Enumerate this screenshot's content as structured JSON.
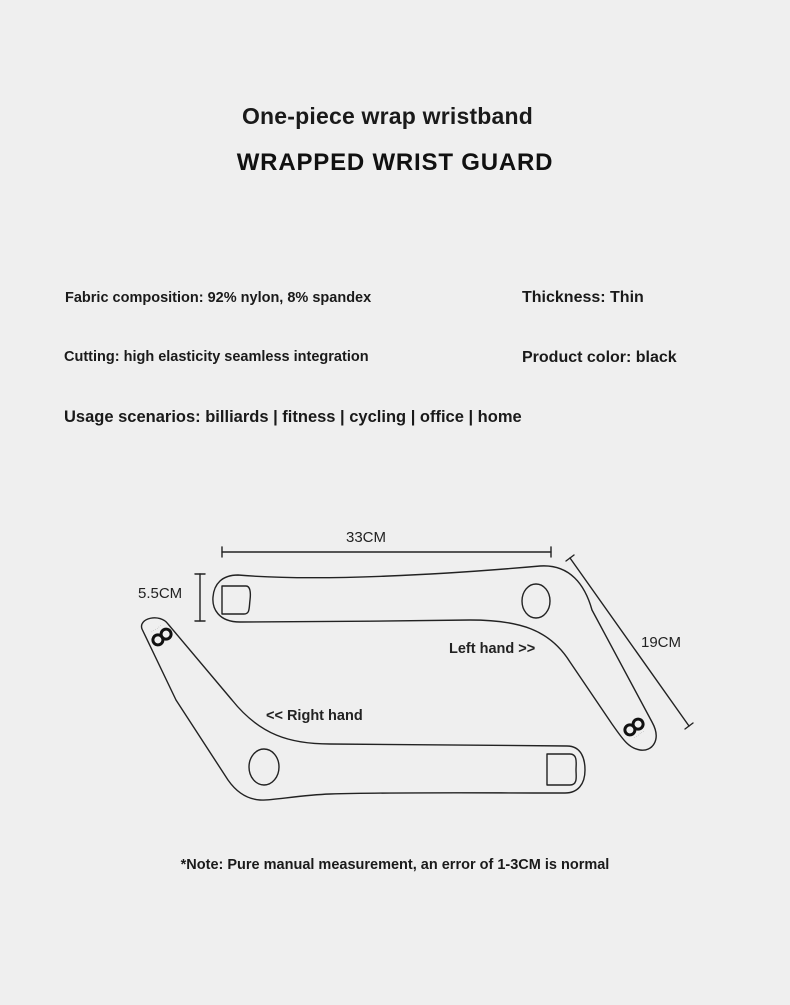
{
  "header": {
    "title": "One-piece wrap wristband",
    "subtitle": "WRAPPED WRIST GUARD"
  },
  "specs": {
    "fabric": "Fabric composition: 92% nylon, 8% spandex",
    "thickness": "Thickness: Thin",
    "cutting": "Cutting: high elasticity seamless integration",
    "color": "Product color: black",
    "usage": "Usage scenarios: billiards | fitness | cycling | office | home"
  },
  "diagram": {
    "length": "33CM",
    "width": "5.5CM",
    "height": "19CM",
    "left_hand": "Left hand >>",
    "right_hand": "<< Right hand",
    "logo_icon": "infinity-logo-icon",
    "line_color": "#222222"
  },
  "note": "*Note: Pure manual measurement, an error of 1-3CM is normal"
}
